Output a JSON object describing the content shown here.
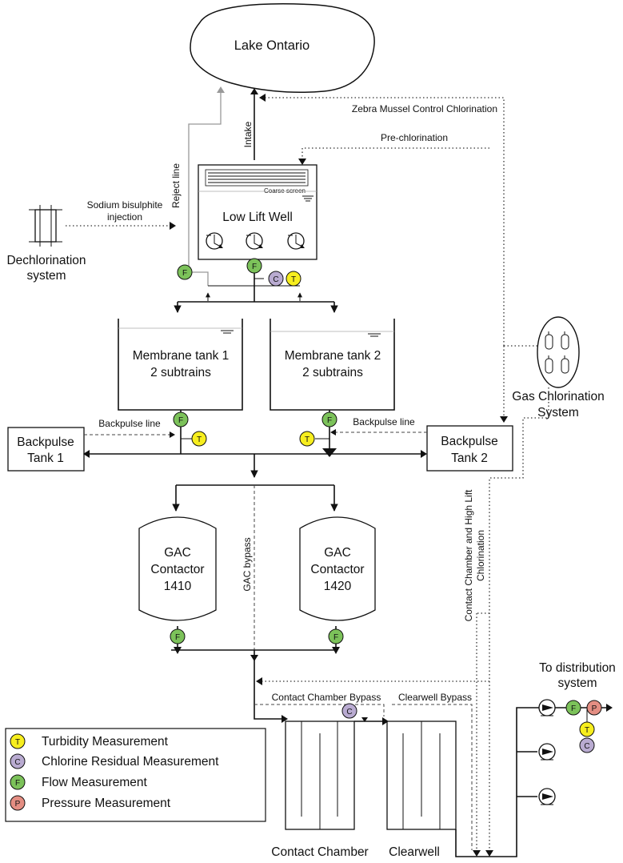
{
  "lake": {
    "label": "Lake Ontario"
  },
  "intake": {
    "label": "Intake"
  },
  "reject_line": {
    "label": "Reject line"
  },
  "zebra": {
    "label": "Zebra Mussel Control Chlorination"
  },
  "prechlor": {
    "label": "Pre-chlorination"
  },
  "low_lift": {
    "label": "Low Lift Well",
    "screen_label": "Coarse screen"
  },
  "dechlor": {
    "label_line1": "Dechlorination",
    "label_line2": "system",
    "injection_line1": "Sodium bisulphite",
    "injection_line2": "injection"
  },
  "membrane1": {
    "line1": "Membrane tank 1",
    "line2": "2 subtrains"
  },
  "membrane2": {
    "line1": "Membrane tank 2",
    "line2": "2 subtrains"
  },
  "gas_chlor": {
    "line1": "Gas Chlorination",
    "line2": "System"
  },
  "backpulse1": {
    "line1": "Backpulse",
    "line2": "Tank 1",
    "pipe_label": "Backpulse line"
  },
  "backpulse2": {
    "line1": "Backpulse",
    "line2": "Tank 2",
    "pipe_label": "Backpulse line"
  },
  "gac1": {
    "line1": "GAC",
    "line2": "Contactor",
    "line3": "1410"
  },
  "gac2": {
    "line1": "GAC",
    "line2": "Contactor",
    "line3": "1420"
  },
  "gac_bypass": {
    "label": "GAC bypass"
  },
  "cc_hl_chlor": {
    "line1": "Contact Chamber and High Lift",
    "line2": "Chlorination"
  },
  "cc_bypass": {
    "label": "Contact Chamber Bypass"
  },
  "cw_bypass": {
    "label": "Clearwell Bypass"
  },
  "contact_chamber": {
    "label": "Contact Chamber"
  },
  "clearwell": {
    "label": "Clearwell"
  },
  "distribution": {
    "line1": "To distribution",
    "line2": "system"
  },
  "instruments": {
    "T": "T",
    "C": "C",
    "F": "F",
    "P": "P"
  },
  "legend": [
    {
      "letter": "T",
      "label": "Turbidity Measurement"
    },
    {
      "letter": "C",
      "label": "Chlorine Residual Measurement"
    },
    {
      "letter": "F",
      "label": "Flow Measurement"
    },
    {
      "letter": "P",
      "label": "Pressure Measurement"
    }
  ],
  "colors": {
    "turbidity": "#f7ee1e",
    "chlorine": "#b9abd1",
    "flow": "#7cc25a",
    "pressure": "#e48e83"
  }
}
